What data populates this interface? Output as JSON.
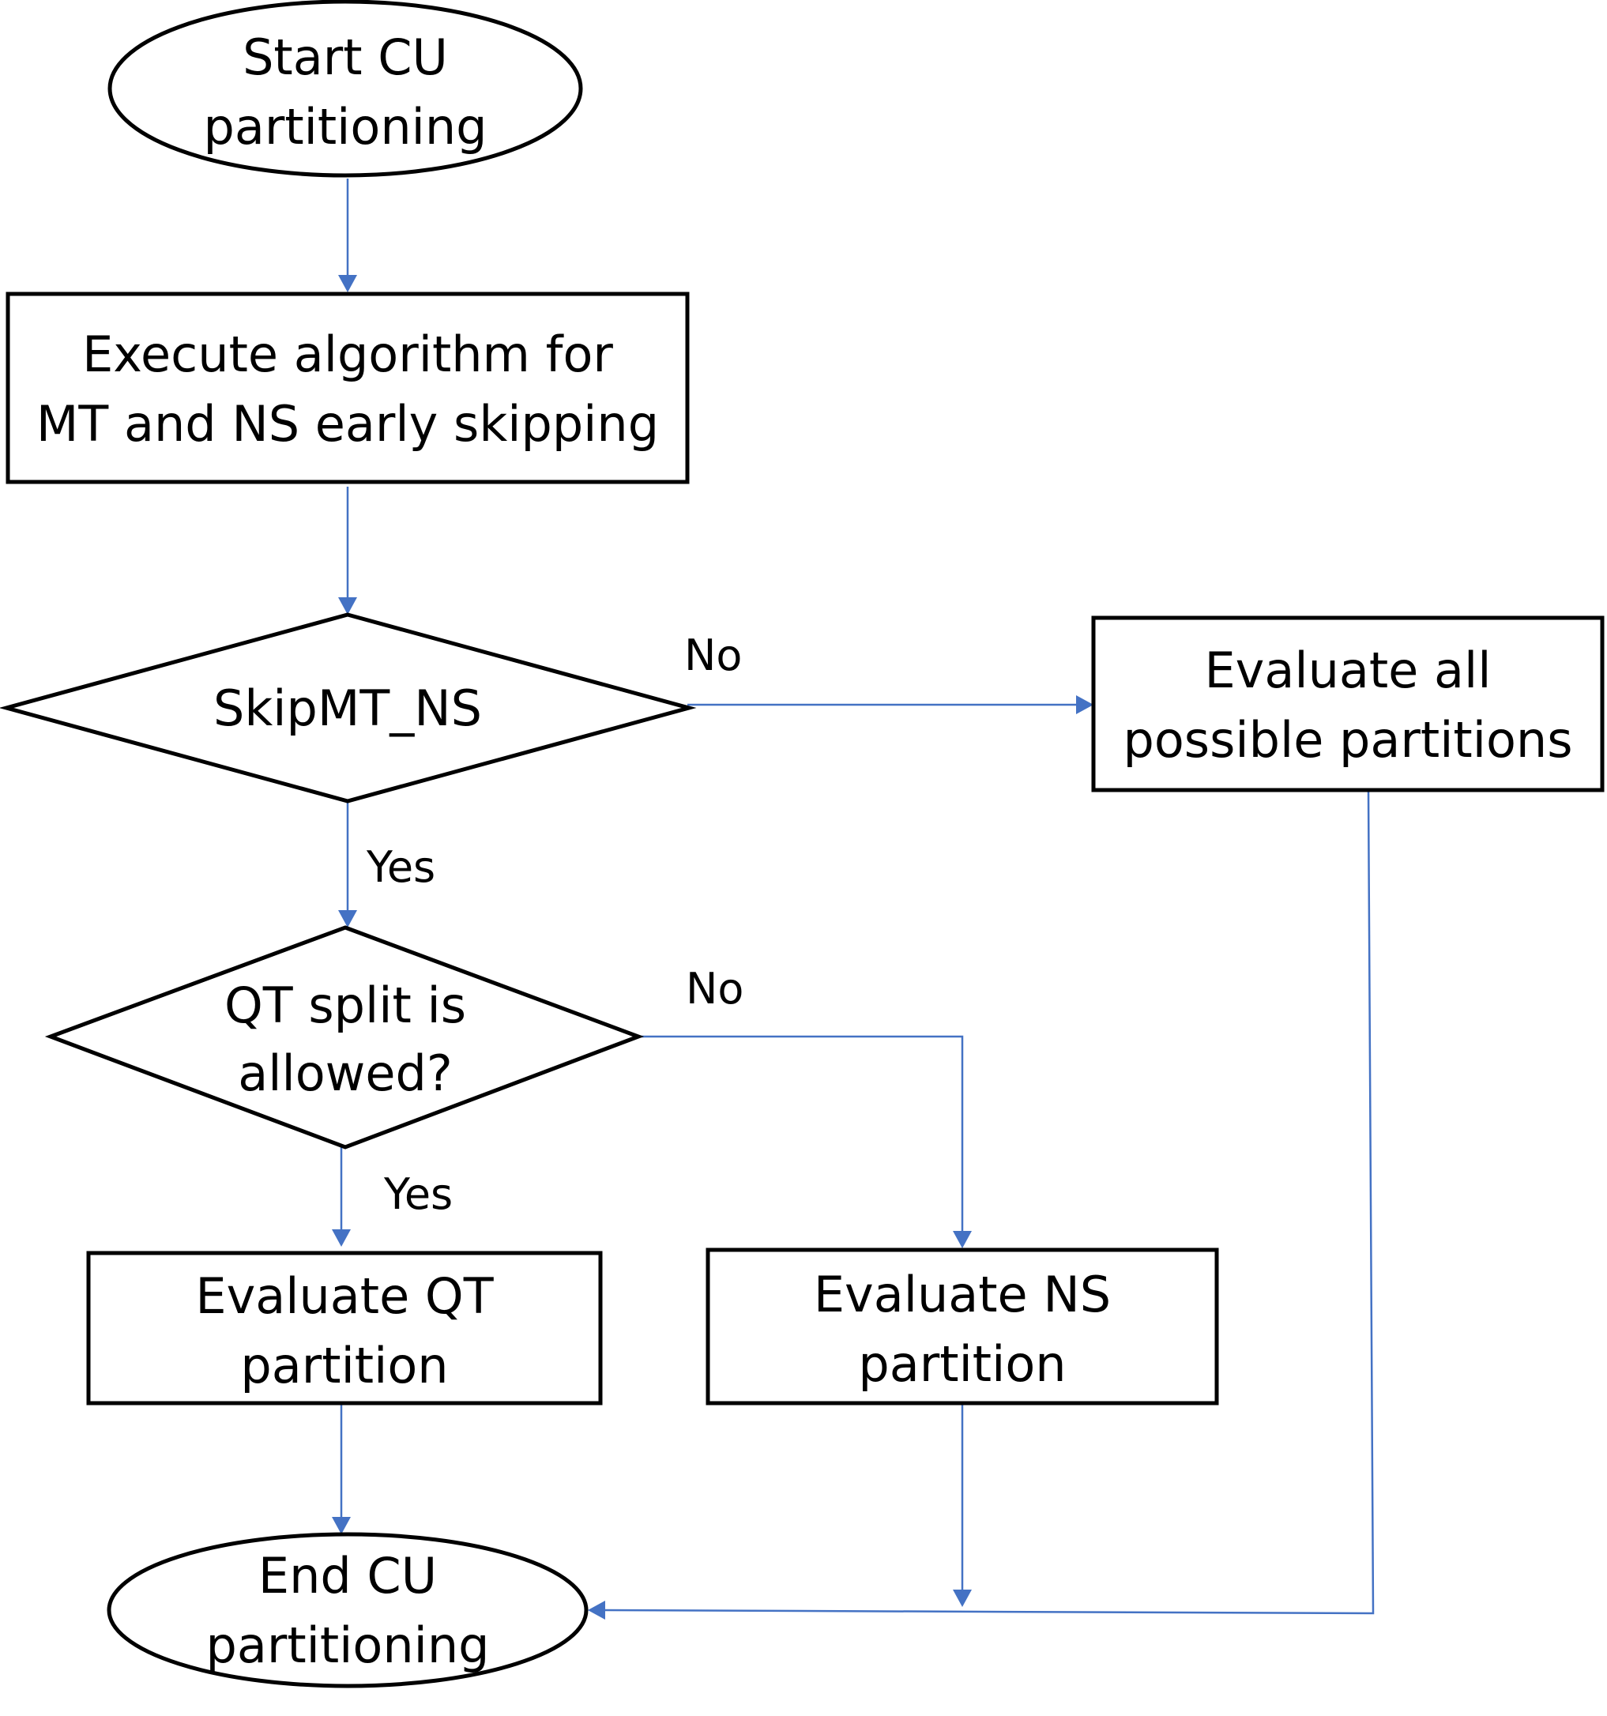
{
  "nodes": {
    "start": {
      "line1": "Start CU",
      "line2": "partitioning"
    },
    "execute": {
      "line1": "Execute algorithm for",
      "line2": "MT and NS early skipping"
    },
    "skip_decision": {
      "label": "SkipMT_NS"
    },
    "qt_decision": {
      "line1": "QT split is",
      "line2": "allowed?"
    },
    "evaluate_all": {
      "line1": "Evaluate all",
      "line2": "possible partitions"
    },
    "evaluate_qt": {
      "line1": "Evaluate QT",
      "line2": "partition"
    },
    "evaluate_ns": {
      "line1": "Evaluate NS",
      "line2": "partition"
    },
    "end": {
      "line1": "End CU",
      "line2": "partitioning"
    }
  },
  "edge_labels": {
    "skip_no": "No",
    "skip_yes": "Yes",
    "qt_no": "No",
    "qt_yes": "Yes"
  },
  "colors": {
    "connector": "#4472c4",
    "shape_stroke": "#000000"
  }
}
